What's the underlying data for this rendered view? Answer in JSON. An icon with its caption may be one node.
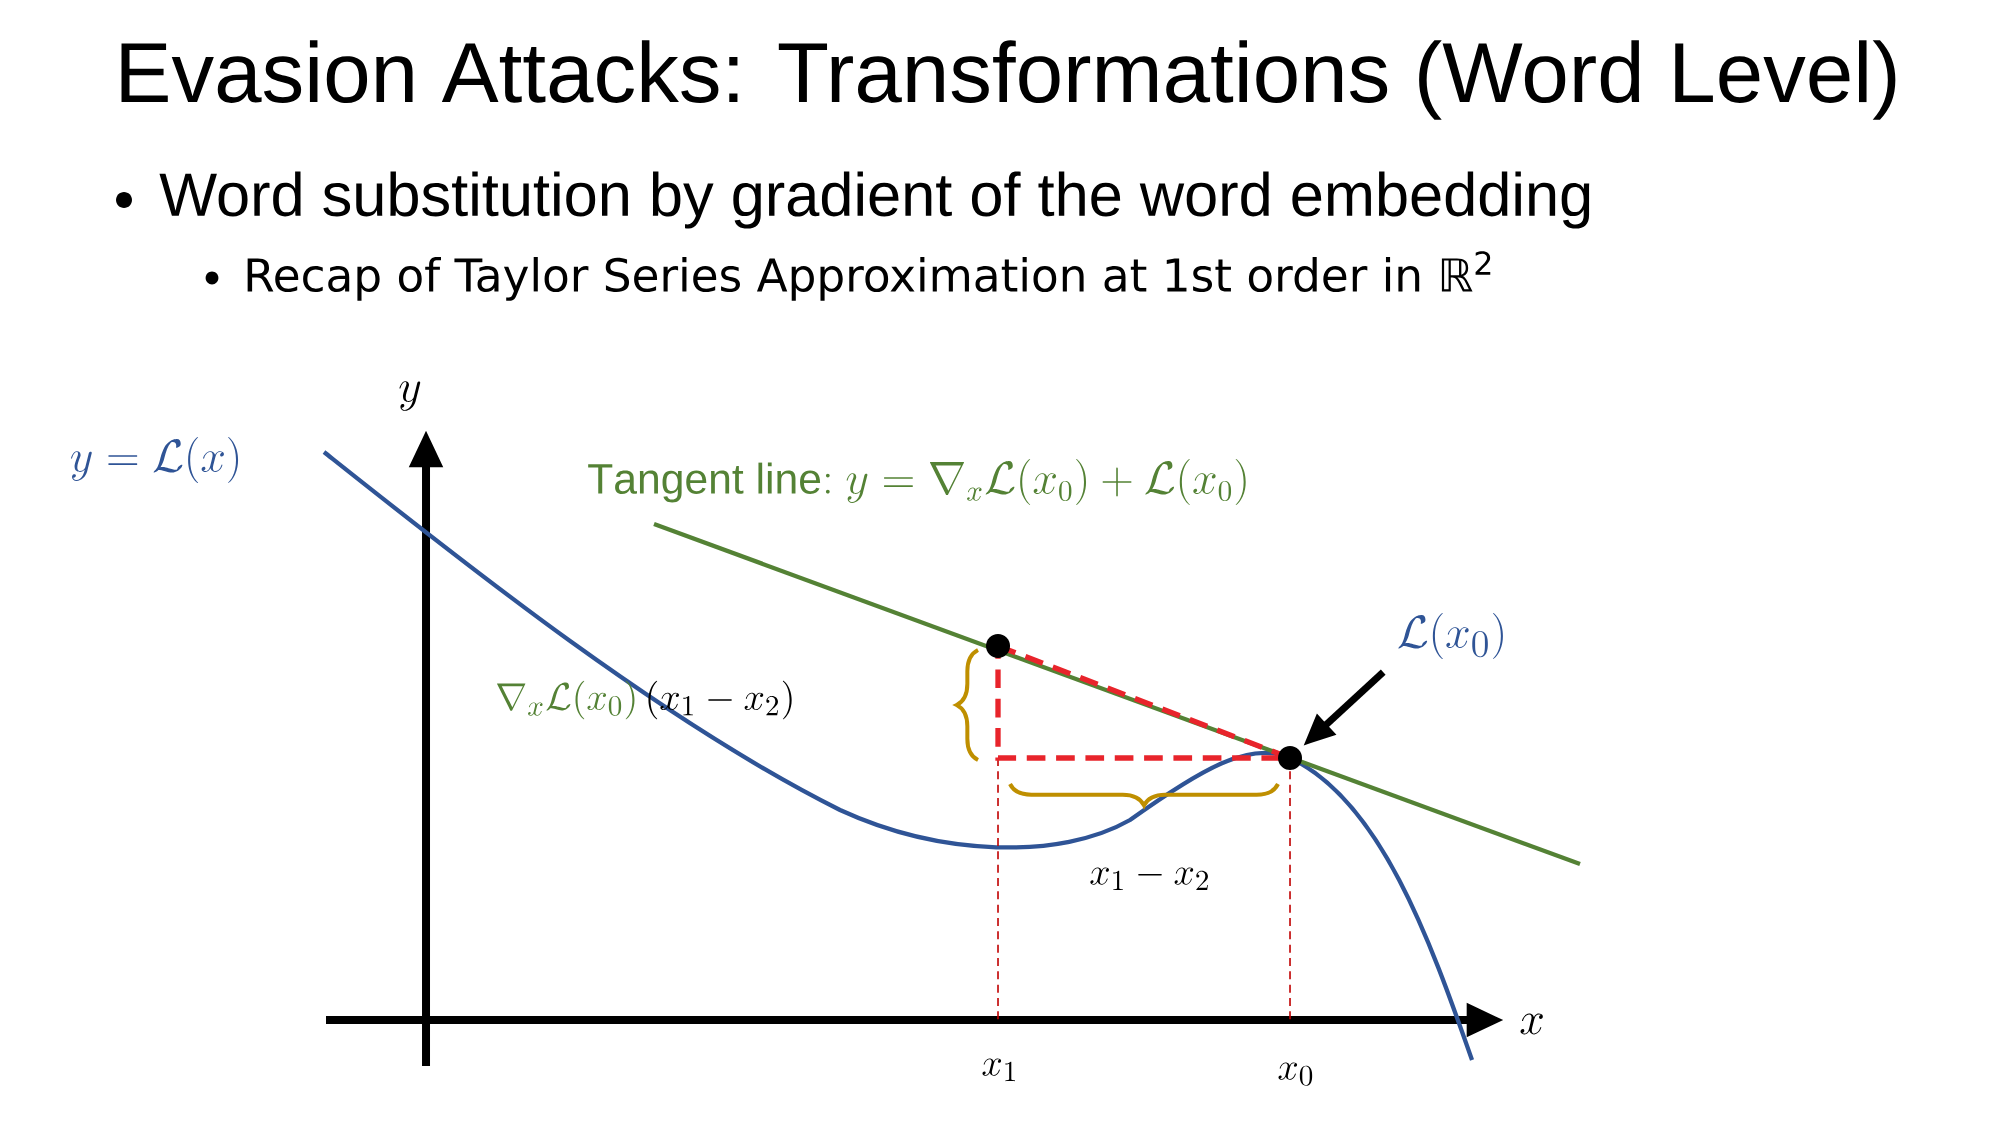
{
  "diagram": {
    "title": "Evasion Attacks: Transformations (Word Level)",
    "nodes": [
      {
        "text": [
          "\\mathcal{L}(x_0)"
        ]
      },
      {
        "text": [],
        "shape": "circle"
      }
    ],
    "edges": [
      {
        "from": 0,
        "to": 1,
        "arrow": "to"
      }
    ],
    "labels": [
      "Word substitution by gradient of the word embedding",
      "Recap of Taylor Series Approximation at 1st order in ℝ$^{2}$",
      "y",
      "y = \\mathcal{L}(x)",
      "\\mathrm{Tangent\\ line{:}}\\ y = \\nabla_x \\mathcal{L}(x_0) + \\mathcal{L}(x_0)",
      "\\nabla_x \\mathcal{L}(x_0)",
      "(x_1 - x_2)",
      "x_1 - x_2",
      "x",
      "x_1",
      "x_0"
    ]
  }
}
